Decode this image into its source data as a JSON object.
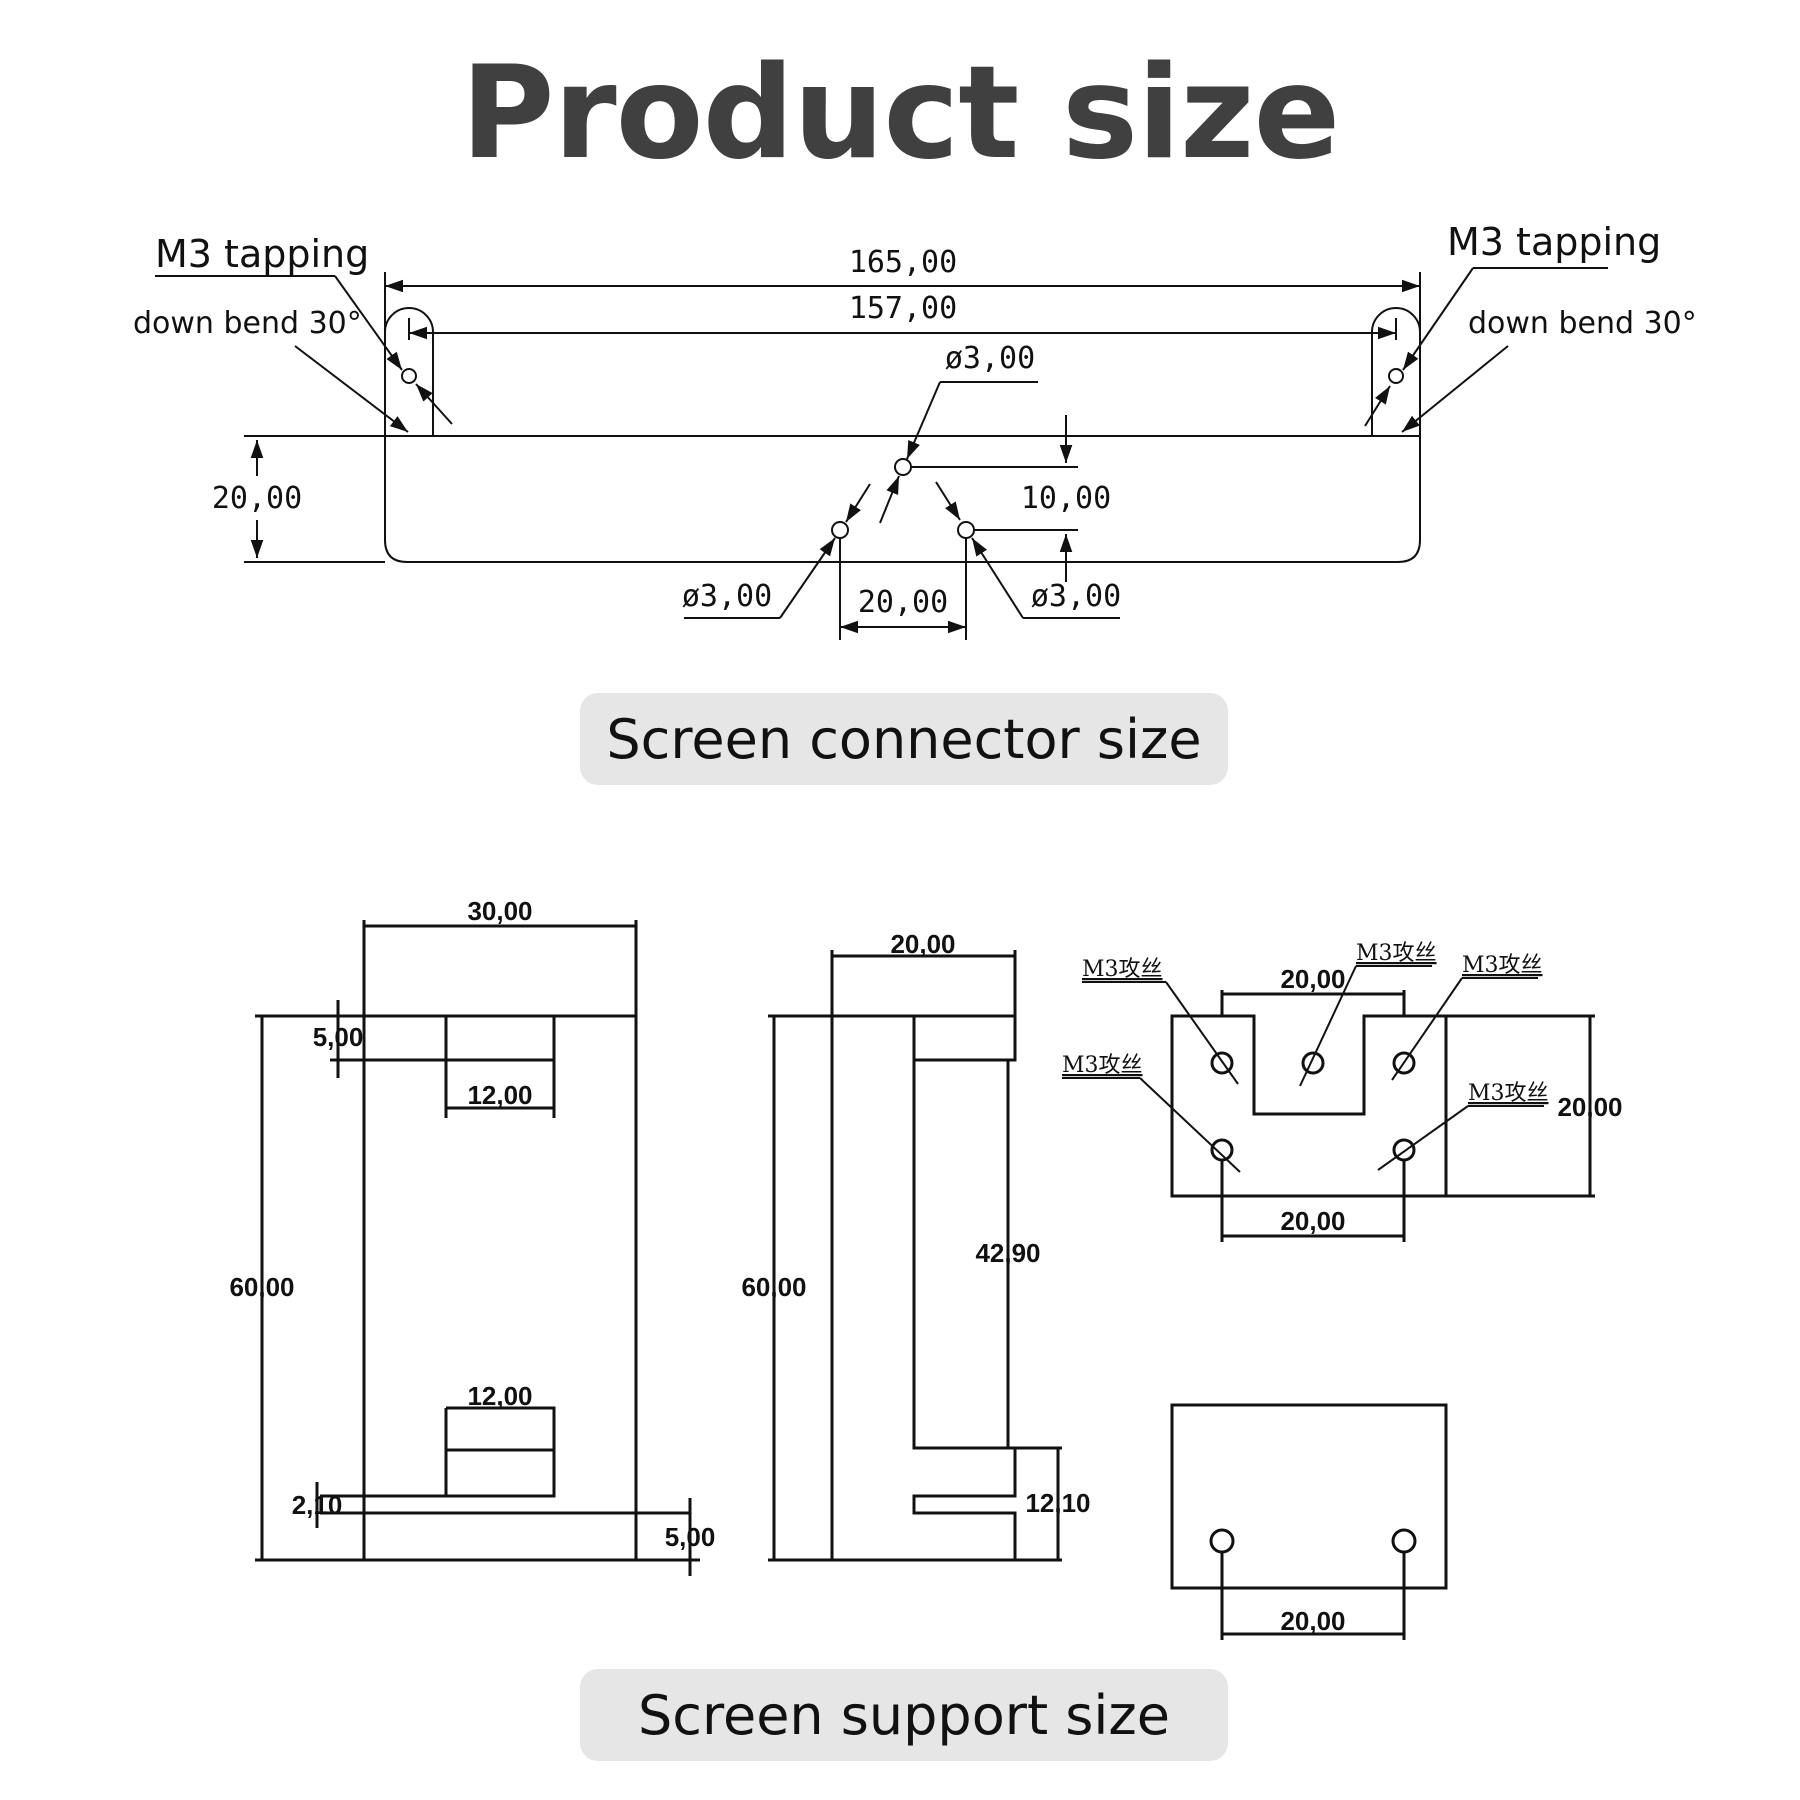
{
  "title": "Product size",
  "captions": {
    "connector": "Screen connector size",
    "support": "Screen support size"
  },
  "connector": {
    "left_tapping": "M3 tapping",
    "left_bend": "down bend 30°",
    "right_tapping": "M3 tapping",
    "right_bend": "down bend 30°",
    "overall_width": "165,00",
    "hole_span": "157,00",
    "height": "20,00",
    "hole_top": "ø3,00",
    "hole_left": "ø3,00",
    "hole_right": "ø3,00",
    "hole_vertical_offset": "10,00",
    "hole_horizontal_spacing": "20,00"
  },
  "support": {
    "front": {
      "width": "30,00",
      "top_step": "5,00",
      "top_slot": "12,00",
      "height": "60,00",
      "bottom_slot": "12,00",
      "bottom_gap": "2,10",
      "bottom_step": "5,00"
    },
    "side": {
      "width": "20,00",
      "height": "60,00",
      "inner_height": "42,90",
      "bottom_height": "12,10"
    },
    "top_view": {
      "tap_top_left": "M3攻丝",
      "tap_top_center": "M3攻丝",
      "tap_top_right": "M3攻丝",
      "tap_mid_left": "M3攻丝",
      "tap_mid_right": "M3攻丝",
      "top_spacing": "20,00",
      "depth": "20,00",
      "bottom_spacing": "20,00"
    },
    "bottom_view": {
      "hole_spacing": "20,00"
    }
  }
}
